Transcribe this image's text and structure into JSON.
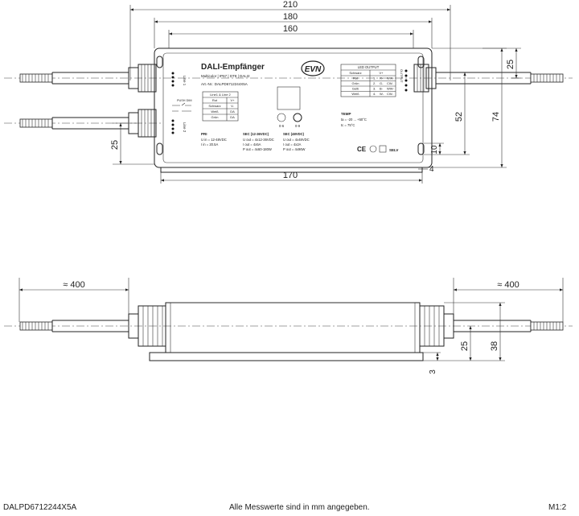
{
  "dimensions_top": {
    "overall_width": "210",
    "width_180": "180",
    "width_160": "160",
    "base_170": "170",
    "height_25_right": "25",
    "height_52": "52",
    "height_74": "74",
    "height_10": "10",
    "offset_4": "4",
    "height_25_left": "25"
  },
  "dimensions_bottom": {
    "cable_left": "≈ 400",
    "cable_right": "≈ 400",
    "height_25": "25",
    "height_38": "38",
    "offset_3": "3"
  },
  "label": {
    "title": "DALI-Empfänger",
    "subtitle": "Multicolor | IP67 | DT8 | DALI2",
    "article": "Art.-Nr.: DALPD6712244X5A",
    "brand": "EVN",
    "line1": "Line 1",
    "line2": "Line 2",
    "push_dim": "PUSH DIM",
    "line_table_title": "Line1 & Line 2",
    "line_table": [
      [
        "Rot",
        "V+"
      ],
      [
        "Schwarz",
        "V-"
      ],
      [
        "Weiß",
        "DA"
      ],
      [
        "Grün",
        "DA"
      ]
    ],
    "pri_title": "PRI",
    "pri_u": "U in = 12-48VDC",
    "pri_i": "I in = 20.5A",
    "sec1_title": "SEC (12-36VDC)",
    "sec1_u": "U out = 4x12-36VDC",
    "sec1_i": "I out = 4x5A",
    "sec1_p": "P out = 4x60-180W",
    "sec2_title": "SEC (48VDC)",
    "sec2_u": "U out = 4x48VDC",
    "sec2_i": "I out = 4x2A",
    "sec2_p": "P out = 4x96W",
    "led_title": "LED OUTPUT",
    "led_header": [
      "Schwarz",
      "V+"
    ],
    "led_table": [
      [
        "Rot",
        "1.",
        "R-",
        "WW-"
      ],
      [
        "Grün",
        "2.",
        "G-",
        "CW-"
      ],
      [
        "Gelb",
        "3.",
        "B-",
        "WW-"
      ],
      [
        "Weiß",
        "4.",
        "W-",
        "CW-"
      ]
    ],
    "temp_title": "TEMP",
    "temp_a": "ta = -20 ... +50°C",
    "temp_c": "tc = 75°C",
    "knob_left": "0-6",
    "knob_right": "0-9",
    "output_side": "OUTPUT",
    "ce": "CE",
    "selv": "SELV"
  },
  "footer": {
    "article_code": "DALPD6712244X5A",
    "note": "Alle Messwerte sind in mm angegeben.",
    "scale": "M1:2"
  }
}
